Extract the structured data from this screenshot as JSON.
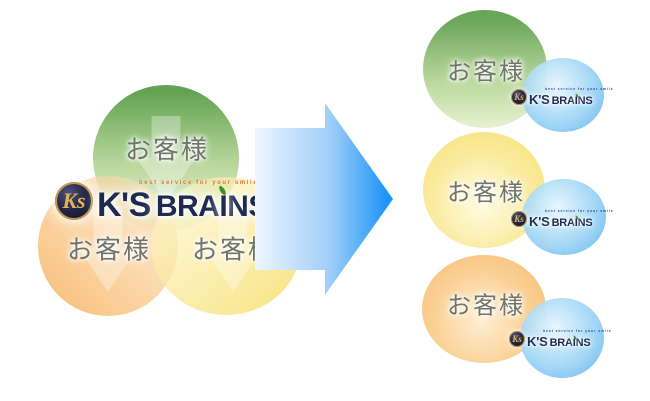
{
  "brand": {
    "monogram": "Ks",
    "name_prefix": "K'S",
    "name_suffix_pre": "BRA",
    "name_suffix_i": "I",
    "name_suffix_post": "NS",
    "tagline": "best service for your smile"
  },
  "left_cluster": {
    "circles": [
      {
        "id": "top-green",
        "label": "お客様"
      },
      {
        "id": "bottom-left-orange",
        "label": "お客様"
      },
      {
        "id": "bottom-right-yellow",
        "label": "お客様"
      }
    ]
  },
  "arrow": {
    "direction": "right"
  },
  "right_pairs": [
    {
      "color": "green",
      "customer_label": "お客様"
    },
    {
      "color": "yellow",
      "customer_label": "お客様"
    },
    {
      "color": "orange",
      "customer_label": "お客様"
    }
  ],
  "colors": {
    "green": "#68a75f",
    "orange": "#f7b86d",
    "yellow": "#f7e278",
    "blue_circle": "#5eb2ec",
    "arrow_blue": "#1e96f8",
    "brand_navy": "#1d2a52",
    "brand_gold": "#d9aa50",
    "tagline_orange": "#e2711d",
    "label_gray": "#70756b"
  }
}
